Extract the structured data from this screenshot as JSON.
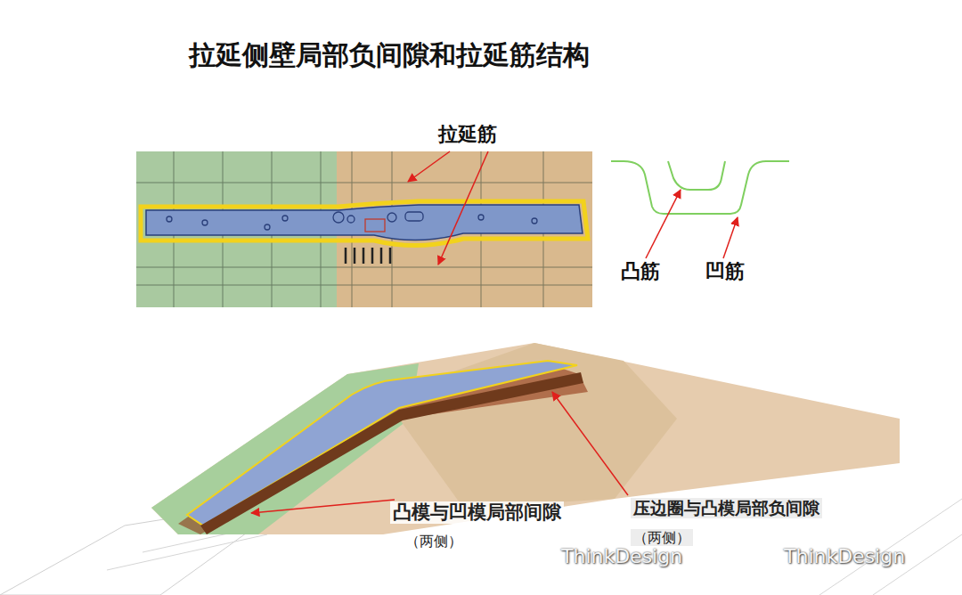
{
  "diagram": {
    "title": "拉延侧壁局部负间隙和拉延筋结构",
    "labels": [
      "拉延筋",
      "凸筋",
      "凹筋",
      "凸模与凹模局部间隙",
      "（两侧）",
      "压边圈与凸模局部负间隙",
      "（两侧）",
      "ThinkDesign",
      "ThinkDesign"
    ]
  }
}
